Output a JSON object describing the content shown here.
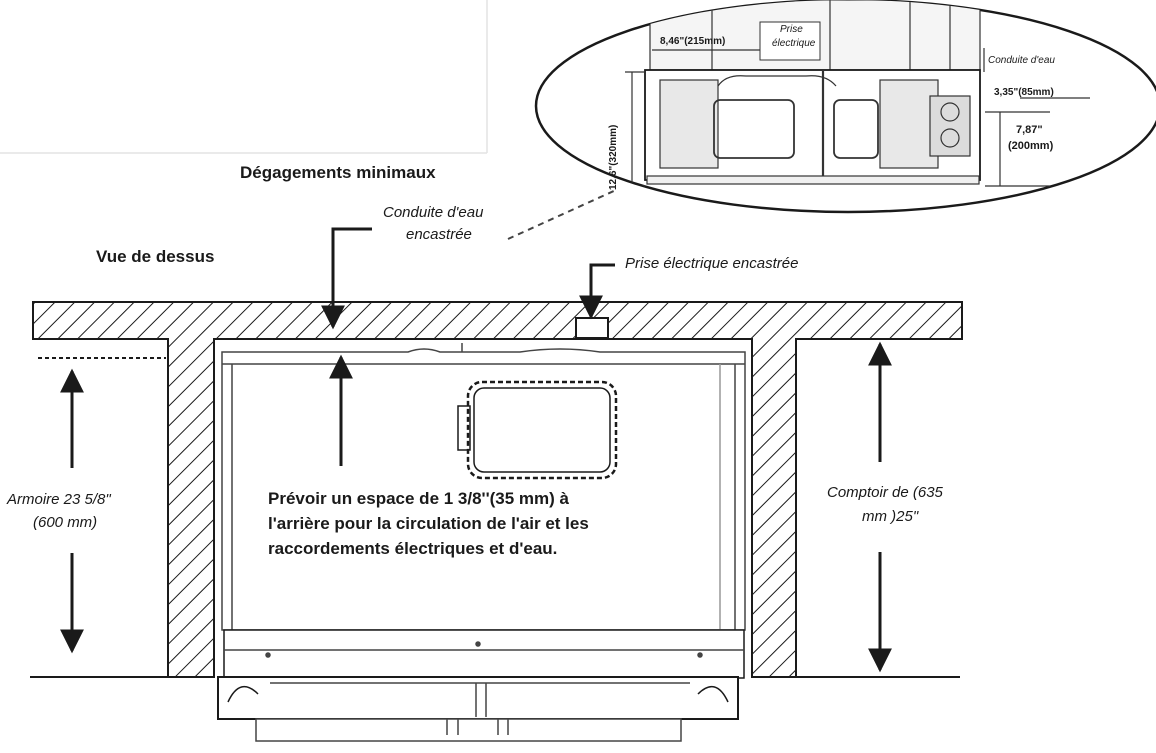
{
  "heading": {
    "title": "Dégagements minimaux",
    "view": "Vue de dessus"
  },
  "callouts": {
    "water_line": [
      "Conduite d'eau",
      "encastrée"
    ],
    "electrical_outlet": "Prise électrique encastrée",
    "cabinet": [
      "Armoire 23 5/8\"",
      "(600 mm)"
    ],
    "counter": [
      "Comptoir de (635",
      "mm )25\""
    ],
    "note": [
      "Prévoir un espace de  1 3/8''(35 mm) à",
      "l'arrière pour la circulation de l'air et les",
      "raccordements électriques et d'eau."
    ]
  },
  "detail": {
    "outlet_label": [
      "Prise",
      "électrique"
    ],
    "water_label": "Conduite d'eau",
    "dim_outlet_offset": "8,46\"(215mm)",
    "dim_height": "12,6\"(320mm)",
    "dim_water_offset": "3,35\"(85mm)",
    "dim_water_height": [
      "7,87\"",
      "(200mm)"
    ]
  },
  "colors": {
    "ink": "#1a1a1a",
    "background": "#ffffff"
  }
}
